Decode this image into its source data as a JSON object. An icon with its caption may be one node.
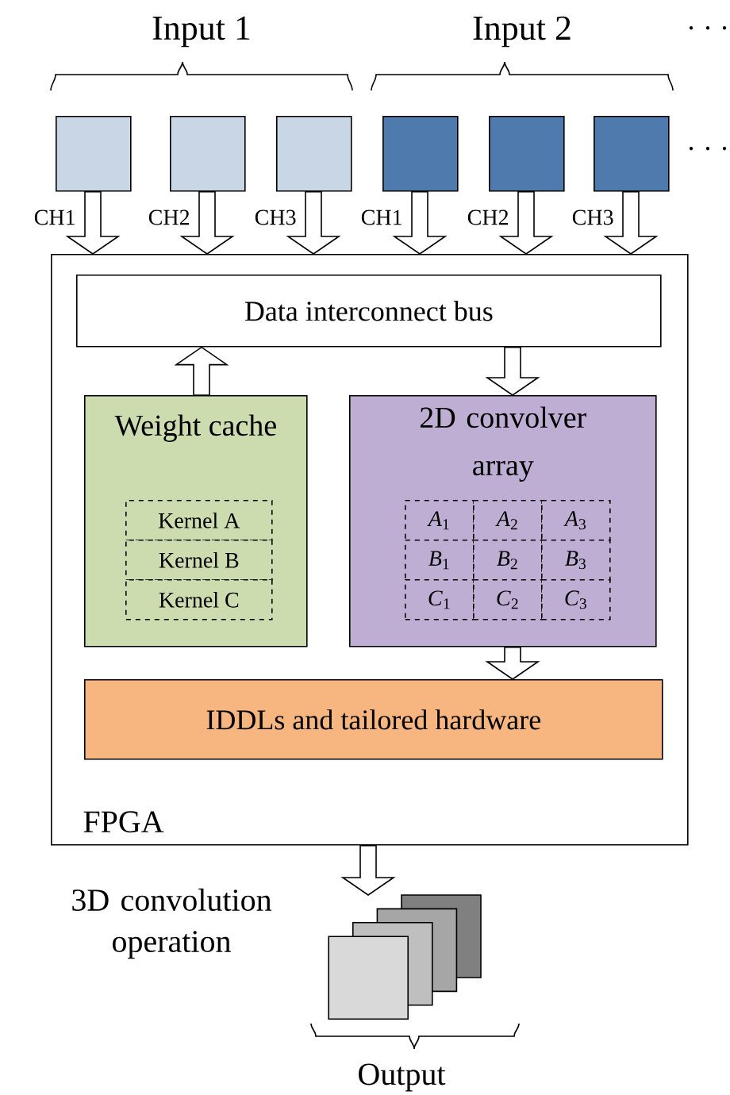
{
  "diagram": {
    "nodes": [
      {
        "text": [
          "FPGA"
        ]
      },
      {
        "text": [
          "Data interconnect bus"
        ],
        "in": 0
      },
      {
        "text": [
          "Weight cache"
        ],
        "in": 0
      },
      {
        "text": [
          "Kernel A"
        ],
        "in": 2
      },
      {
        "text": [
          "Kernel B"
        ],
        "in": 2
      },
      {
        "text": [
          "Kernel C"
        ],
        "in": 2
      },
      {
        "text": [
          "2D convolver array"
        ],
        "in": 0
      },
      {
        "text": [
          "*A*$_{1}$"
        ],
        "in": 6
      },
      {
        "text": [
          "*A*$_{2}$"
        ],
        "in": 6
      },
      {
        "text": [
          "*A*$_{3}$"
        ],
        "in": 6
      },
      {
        "text": [
          "*B*$_{1}$"
        ],
        "in": 6
      },
      {
        "text": [
          "*B*$_{2}$"
        ],
        "in": 6
      },
      {
        "text": [
          "*B*$_{3}$"
        ],
        "in": 6
      },
      {
        "text": [
          "*C*$_{1}$"
        ],
        "in": 6
      },
      {
        "text": [
          "*C*$_{2}$"
        ],
        "in": 6
      },
      {
        "text": [
          "*C*$_{3}$"
        ],
        "in": 6
      },
      {
        "text": [
          "IDDLs and tailored hardware"
        ],
        "in": 0
      },
      {
        "text": [],
        "shape": "box"
      },
      {
        "text": [],
        "shape": "box"
      },
      {
        "text": [],
        "shape": "box"
      },
      {
        "text": [],
        "shape": "box"
      },
      {
        "text": [],
        "shape": "box"
      },
      {
        "text": [],
        "shape": "box",
        "beside": [
          "· · ·"
        ]
      },
      {
        "text": [],
        "shape": "box",
        "beside": [
          "Output"
        ]
      }
    ],
    "edges": [
      {
        "from": 17,
        "to": 0,
        "arrow": "to",
        "label": "CH1"
      },
      {
        "from": 18,
        "to": 0,
        "arrow": "to",
        "label": "CH2"
      },
      {
        "from": 19,
        "to": 0,
        "arrow": "to",
        "label": "CH3"
      },
      {
        "from": 20,
        "to": 0,
        "arrow": "to",
        "label": "CH1"
      },
      {
        "from": 21,
        "to": 0,
        "arrow": "to",
        "label": "CH2"
      },
      {
        "from": 22,
        "to": 0,
        "arrow": "to",
        "label": "CH3"
      },
      {
        "from": 2,
        "to": 1,
        "arrow": "to"
      },
      {
        "from": 1,
        "to": 6,
        "arrow": "to"
      },
      {
        "from": 6,
        "to": 16,
        "arrow": "to"
      },
      {
        "from": 0,
        "to": 23,
        "arrow": "to",
        "label": "3D convolution operation"
      }
    ],
    "labels": [
      "Input 1",
      "Input 2",
      "· · ·"
    ]
  }
}
